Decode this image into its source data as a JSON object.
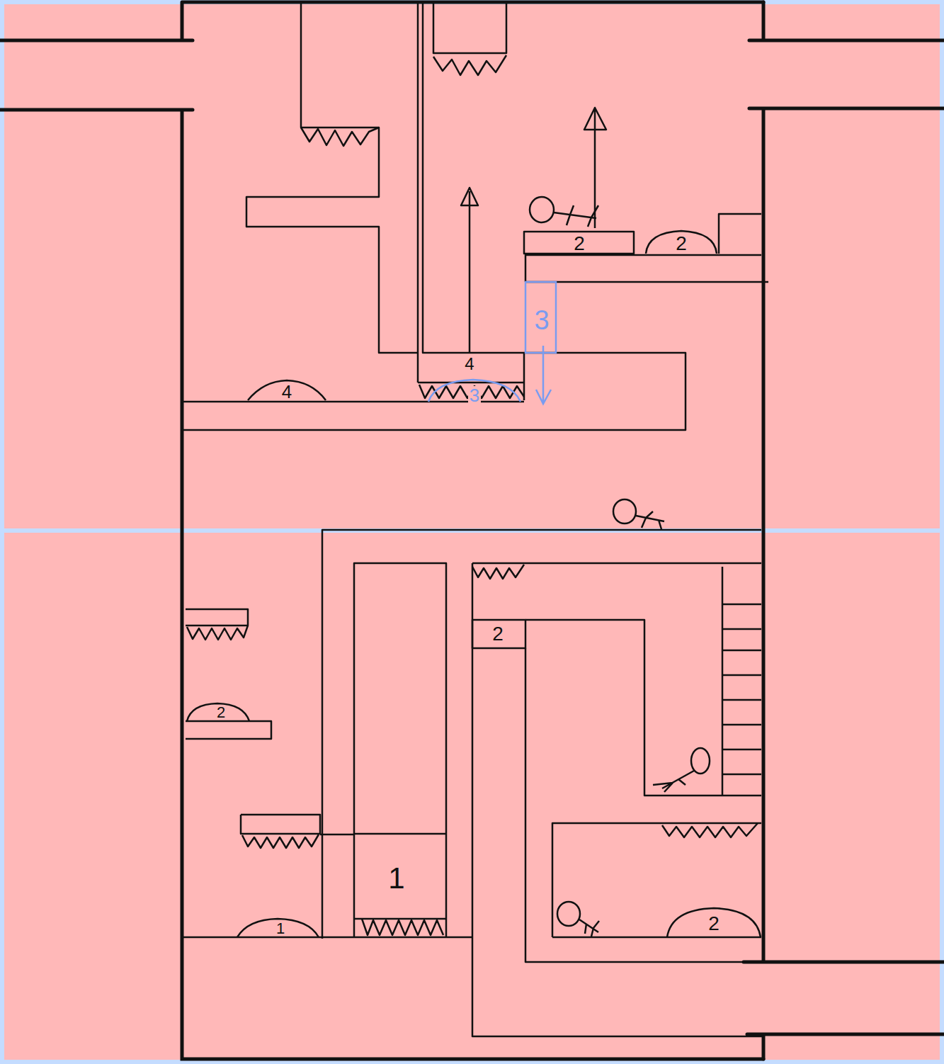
{
  "diagram": {
    "labels": [
      "2",
      "2",
      "3",
      "4",
      "4",
      "3",
      "2",
      "2",
      "1",
      "1",
      "2"
    ]
  }
}
